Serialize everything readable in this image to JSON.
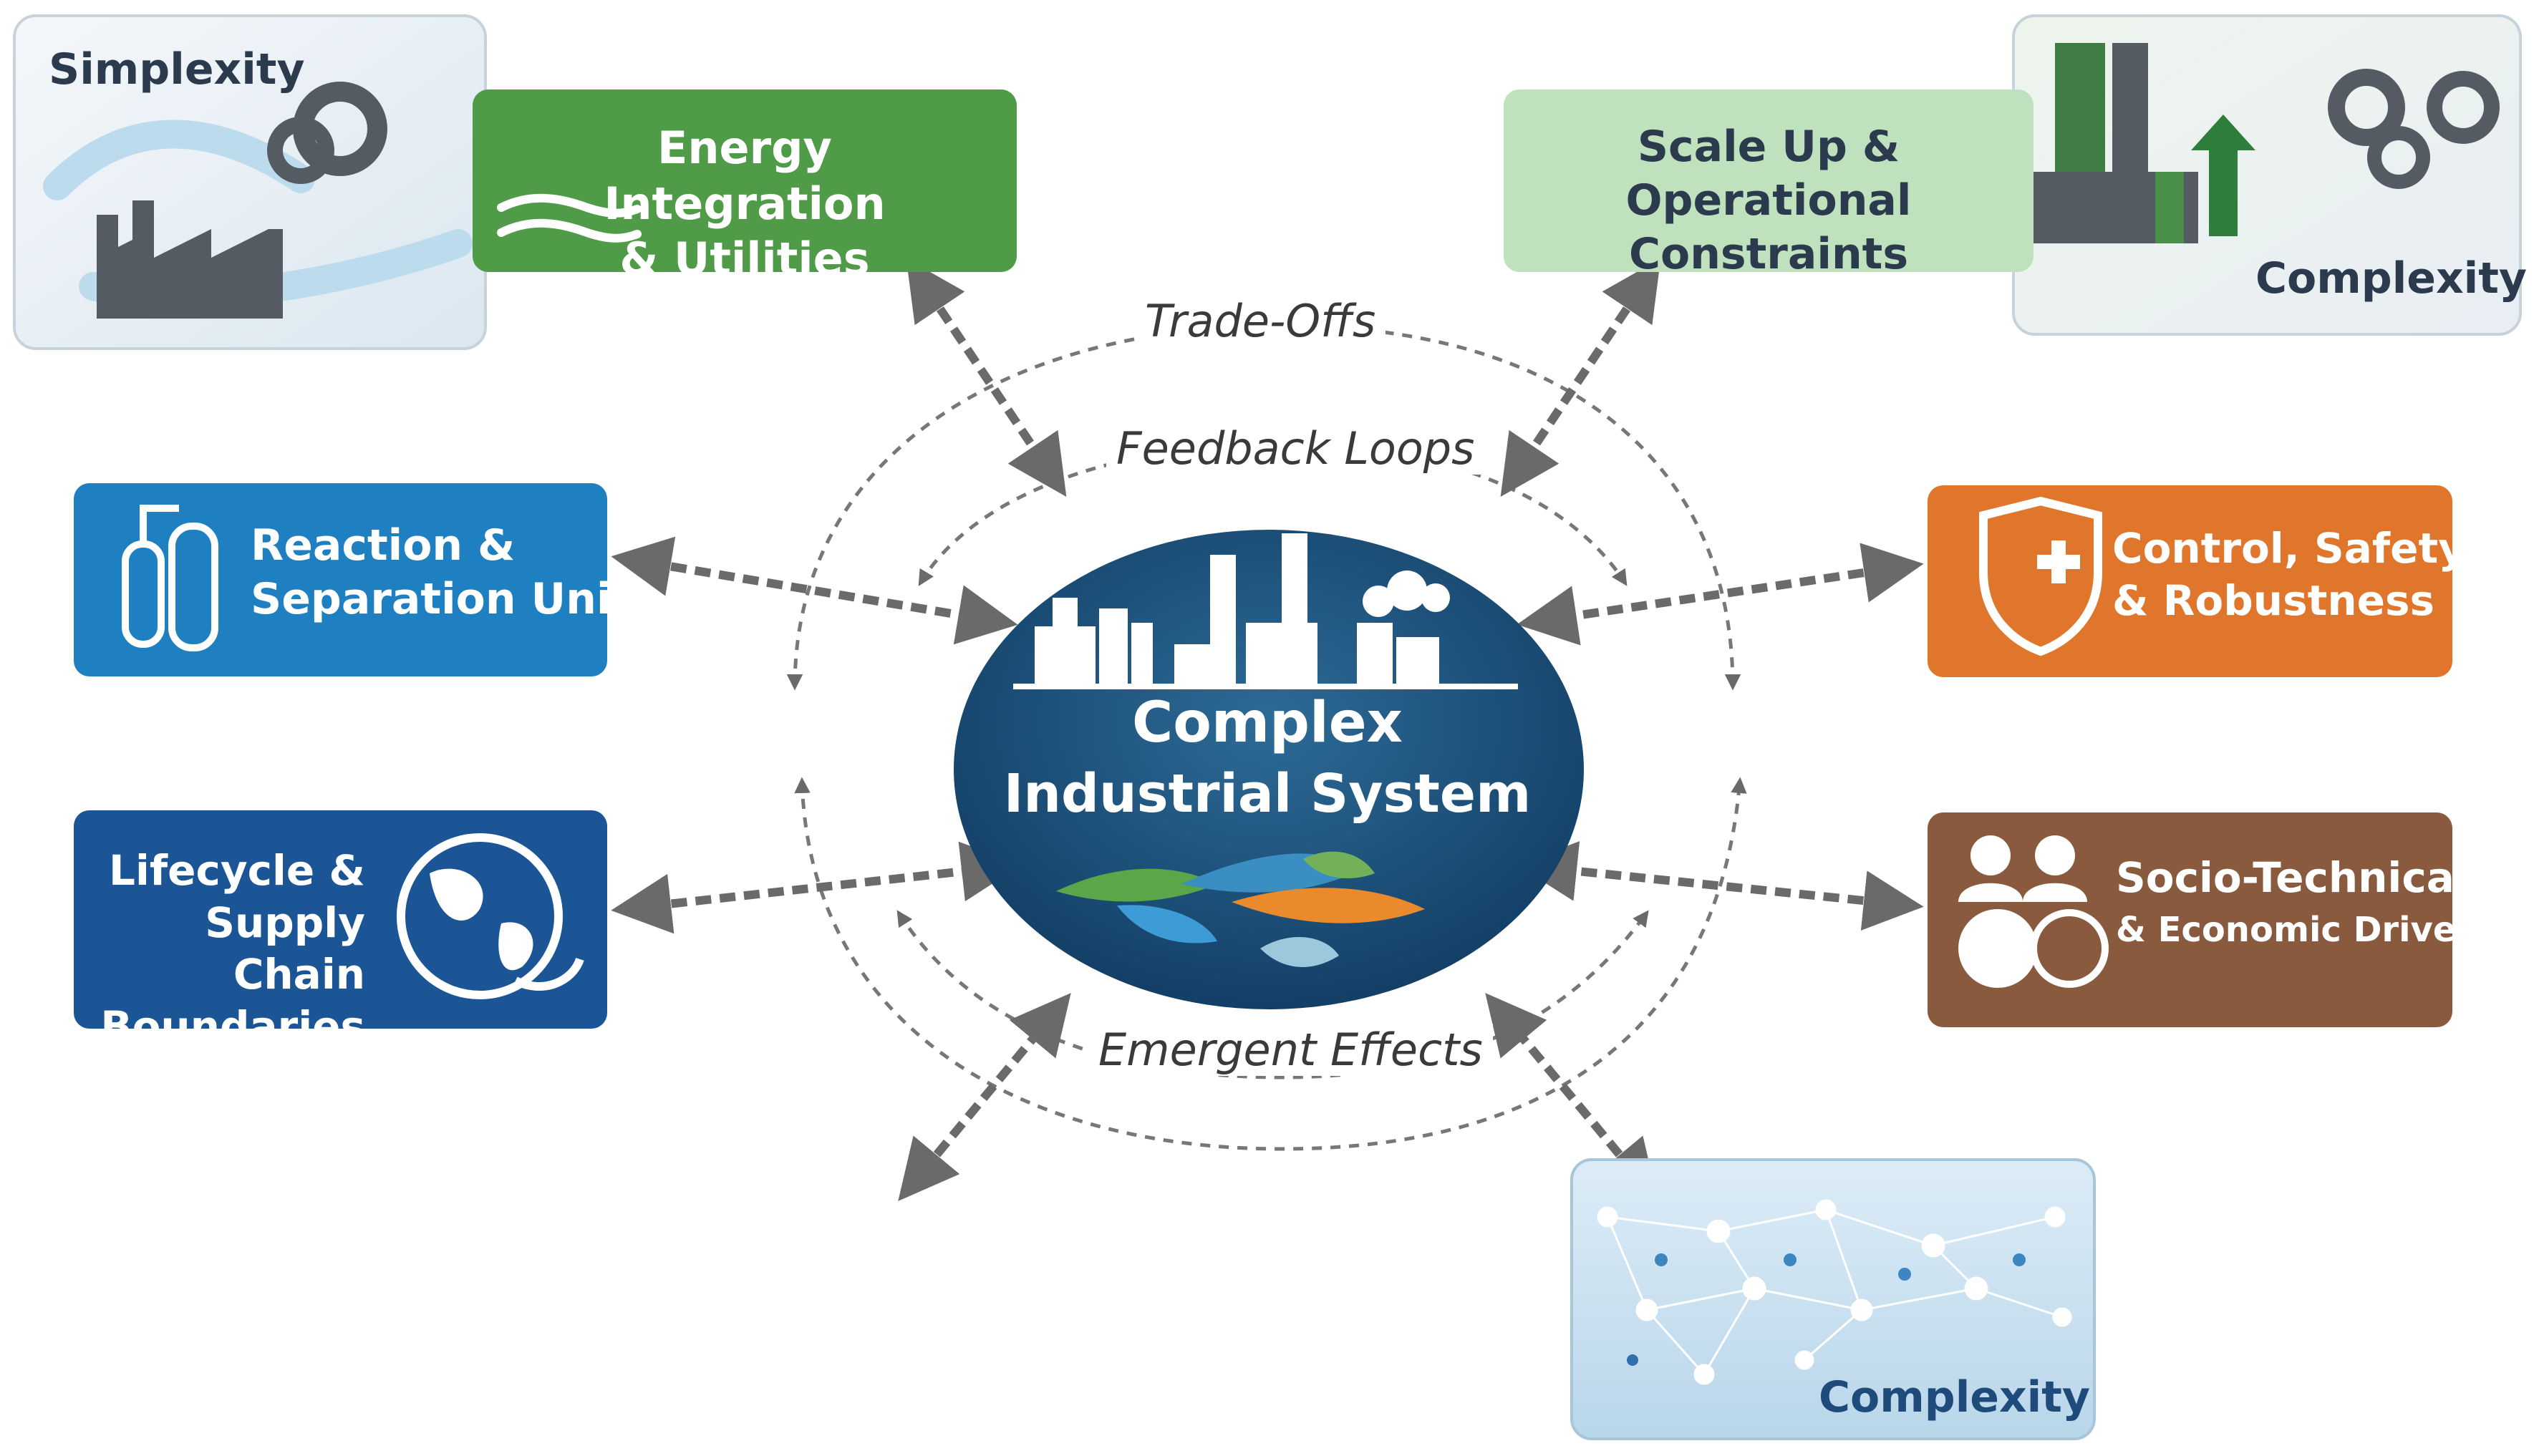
{
  "center": {
    "line1": "Complex",
    "line2": "Industrial System"
  },
  "connectors": {
    "trade_offs": "Trade-Offs",
    "feedback_loops": "Feedback Loops",
    "emergent_effects": "Emergent Effects"
  },
  "nodes": {
    "simplexity": {
      "label": "Simplexity"
    },
    "energy": {
      "line1": "Energy Integration",
      "line2": "& Utilities",
      "color": "#4f9b48"
    },
    "scale_up": {
      "line1": "Scale Up &",
      "line2": "Operational Constraints",
      "color": "#bfe1bd"
    },
    "complexity_top": {
      "label": "Complexity"
    },
    "reaction": {
      "line1": "Reaction &",
      "line2": "Separation Units",
      "color": "#1e7fc1"
    },
    "control": {
      "line1": "Control, Safety",
      "line2": "& Robustness",
      "color": "#e0762b"
    },
    "lifecycle": {
      "line1": "Lifecycle &",
      "line2": "Supply Chain",
      "line3": "Boundaries",
      "color": "#1c5596"
    },
    "socio": {
      "line1": "Socio-Technical",
      "line2": "& Economic Drivers",
      "color": "#8a5a3f"
    },
    "complexity_bottom": {
      "label": "Complexity"
    }
  }
}
